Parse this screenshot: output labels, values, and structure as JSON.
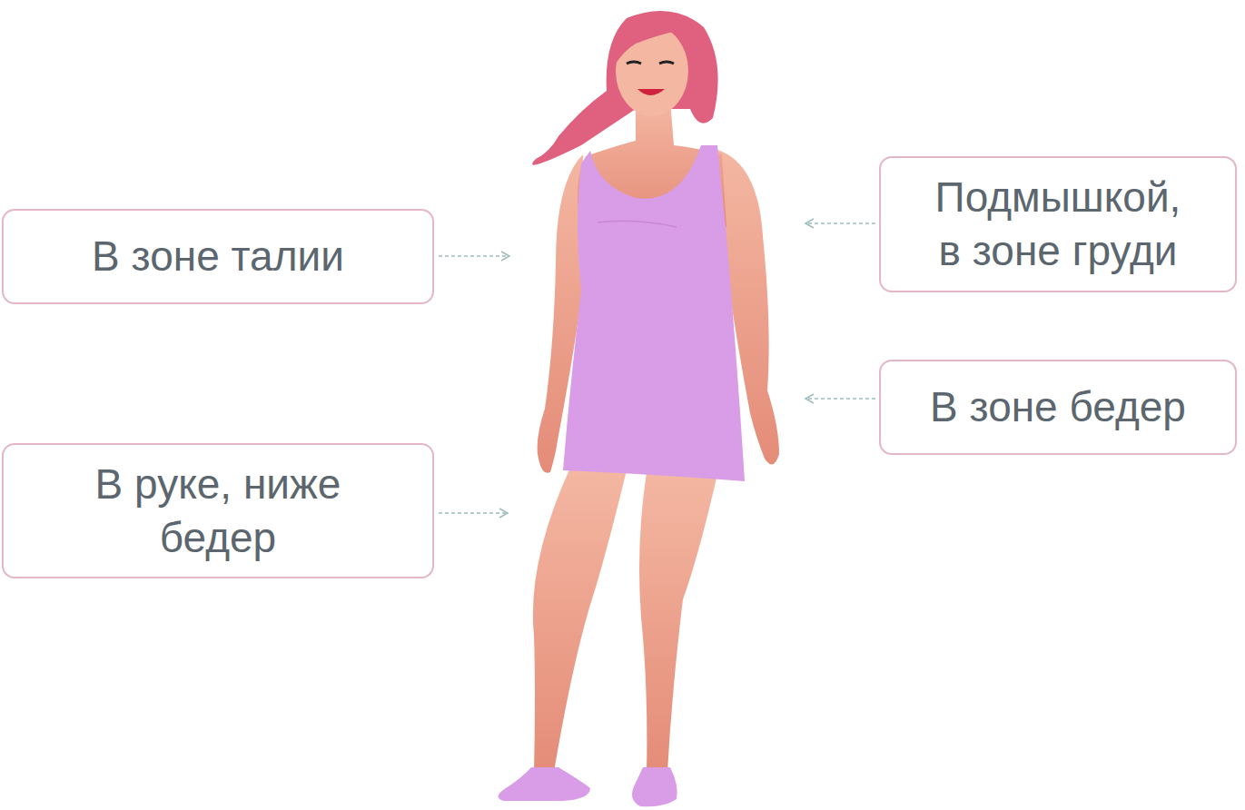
{
  "diagram": {
    "nodes": [
      {
        "text": [
          "В зоне талии"
        ]
      },
      {
        "text": [
          "Подмышкой, в зоне груди"
        ]
      },
      {
        "text": [
          "В руке, ниже бедер"
        ]
      },
      {
        "text": [
          "В зоне бедер"
        ]
      }
    ]
  }
}
